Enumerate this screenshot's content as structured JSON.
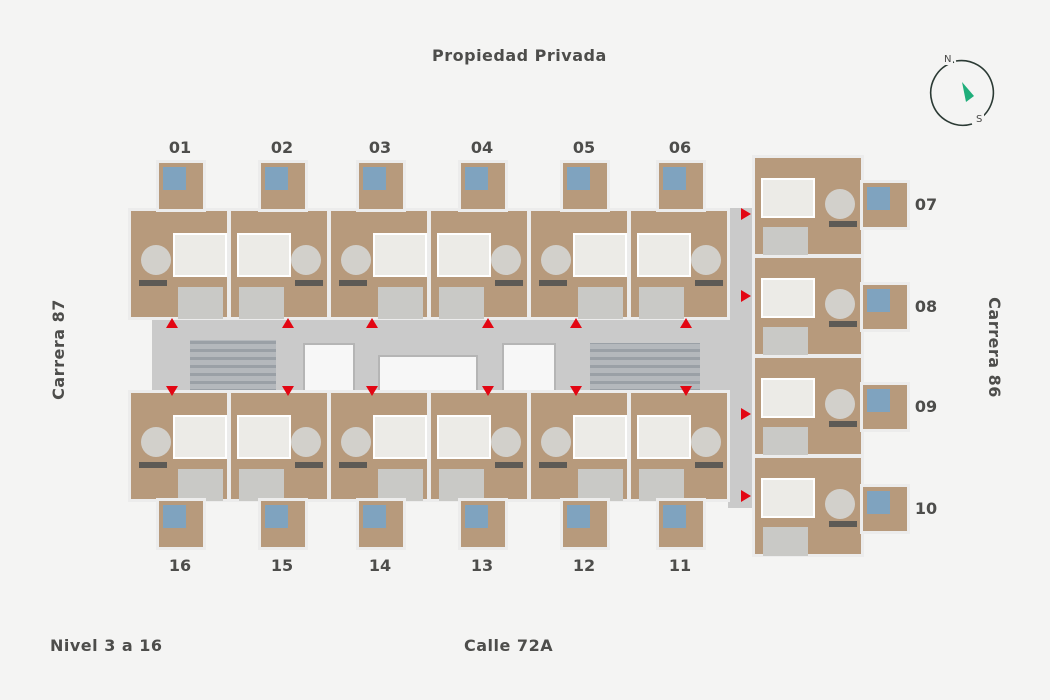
{
  "labels": {
    "top": "Propiedad Privada",
    "bottom": "Calle 72A",
    "left": "Carrera 87",
    "right": "Carrera 86",
    "level": "Nivel 3 a 16"
  },
  "compass": {
    "north": "N",
    "south": "S",
    "color": "#1fae7a"
  },
  "units": {
    "top": [
      "01",
      "02",
      "03",
      "04",
      "05",
      "06"
    ],
    "bottom": [
      "16",
      "15",
      "14",
      "13",
      "12",
      "11"
    ],
    "right": [
      "07",
      "08",
      "09",
      "10"
    ]
  },
  "colors": {
    "entry_arrow": "#e30613",
    "floor": "#b79a7c",
    "corridor": "#cacaca"
  }
}
